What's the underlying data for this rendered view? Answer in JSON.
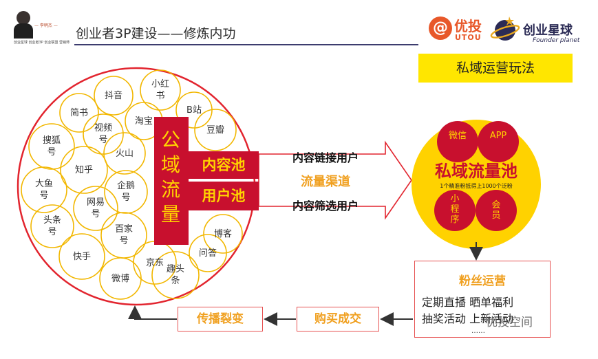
{
  "header": {
    "avatar_name": "— 李明杰 —",
    "avatar_subtitle": "创业星球 创业者3P 创业联盟 营销师",
    "title": "创业者3P建设——修炼内功",
    "logo_utou_cn": "优投",
    "logo_utou_en": "UTOU",
    "logo_planet_cn": "创业星球",
    "logo_planet_en": "Founder planet"
  },
  "badge": "私域运营玩法",
  "public_pool": {
    "platforms": [
      "抖音",
      "小红书",
      "简书",
      "视频号",
      "淘宝",
      "B站",
      "豆瓣",
      "搜狐号",
      "火山",
      "知乎",
      "大鱼号",
      "企鹅号",
      "网易号",
      "头条号",
      "百家号",
      "博客",
      "快手",
      "问答",
      "京东",
      "微博",
      "趣头条"
    ],
    "label": "公域流量",
    "content_pool": "内容池",
    "user_pool": "用户池"
  },
  "arrow": {
    "top_label": "内容链接用户",
    "middle_label": "流量渠道",
    "bottom_label": "内容筛选用户"
  },
  "private_pool": {
    "title": "私域流量池",
    "subtitle": "1个精准粉抵得上1000个泛粉",
    "items": [
      "微信",
      "APP",
      "小程序",
      "会员"
    ]
  },
  "fan_ops": {
    "title": "粉丝运营",
    "line1": "定期直播  晒单福利",
    "line2": "抽奖活动  上新活动",
    "more": "……"
  },
  "steps": {
    "buy": "购买成交",
    "spread": "传播裂变"
  },
  "watermark": "优投空间",
  "colors": {
    "red": "#c8102e",
    "yellow": "#ffd200",
    "orange": "#f0a020",
    "circle_outline": "#f2b700"
  }
}
